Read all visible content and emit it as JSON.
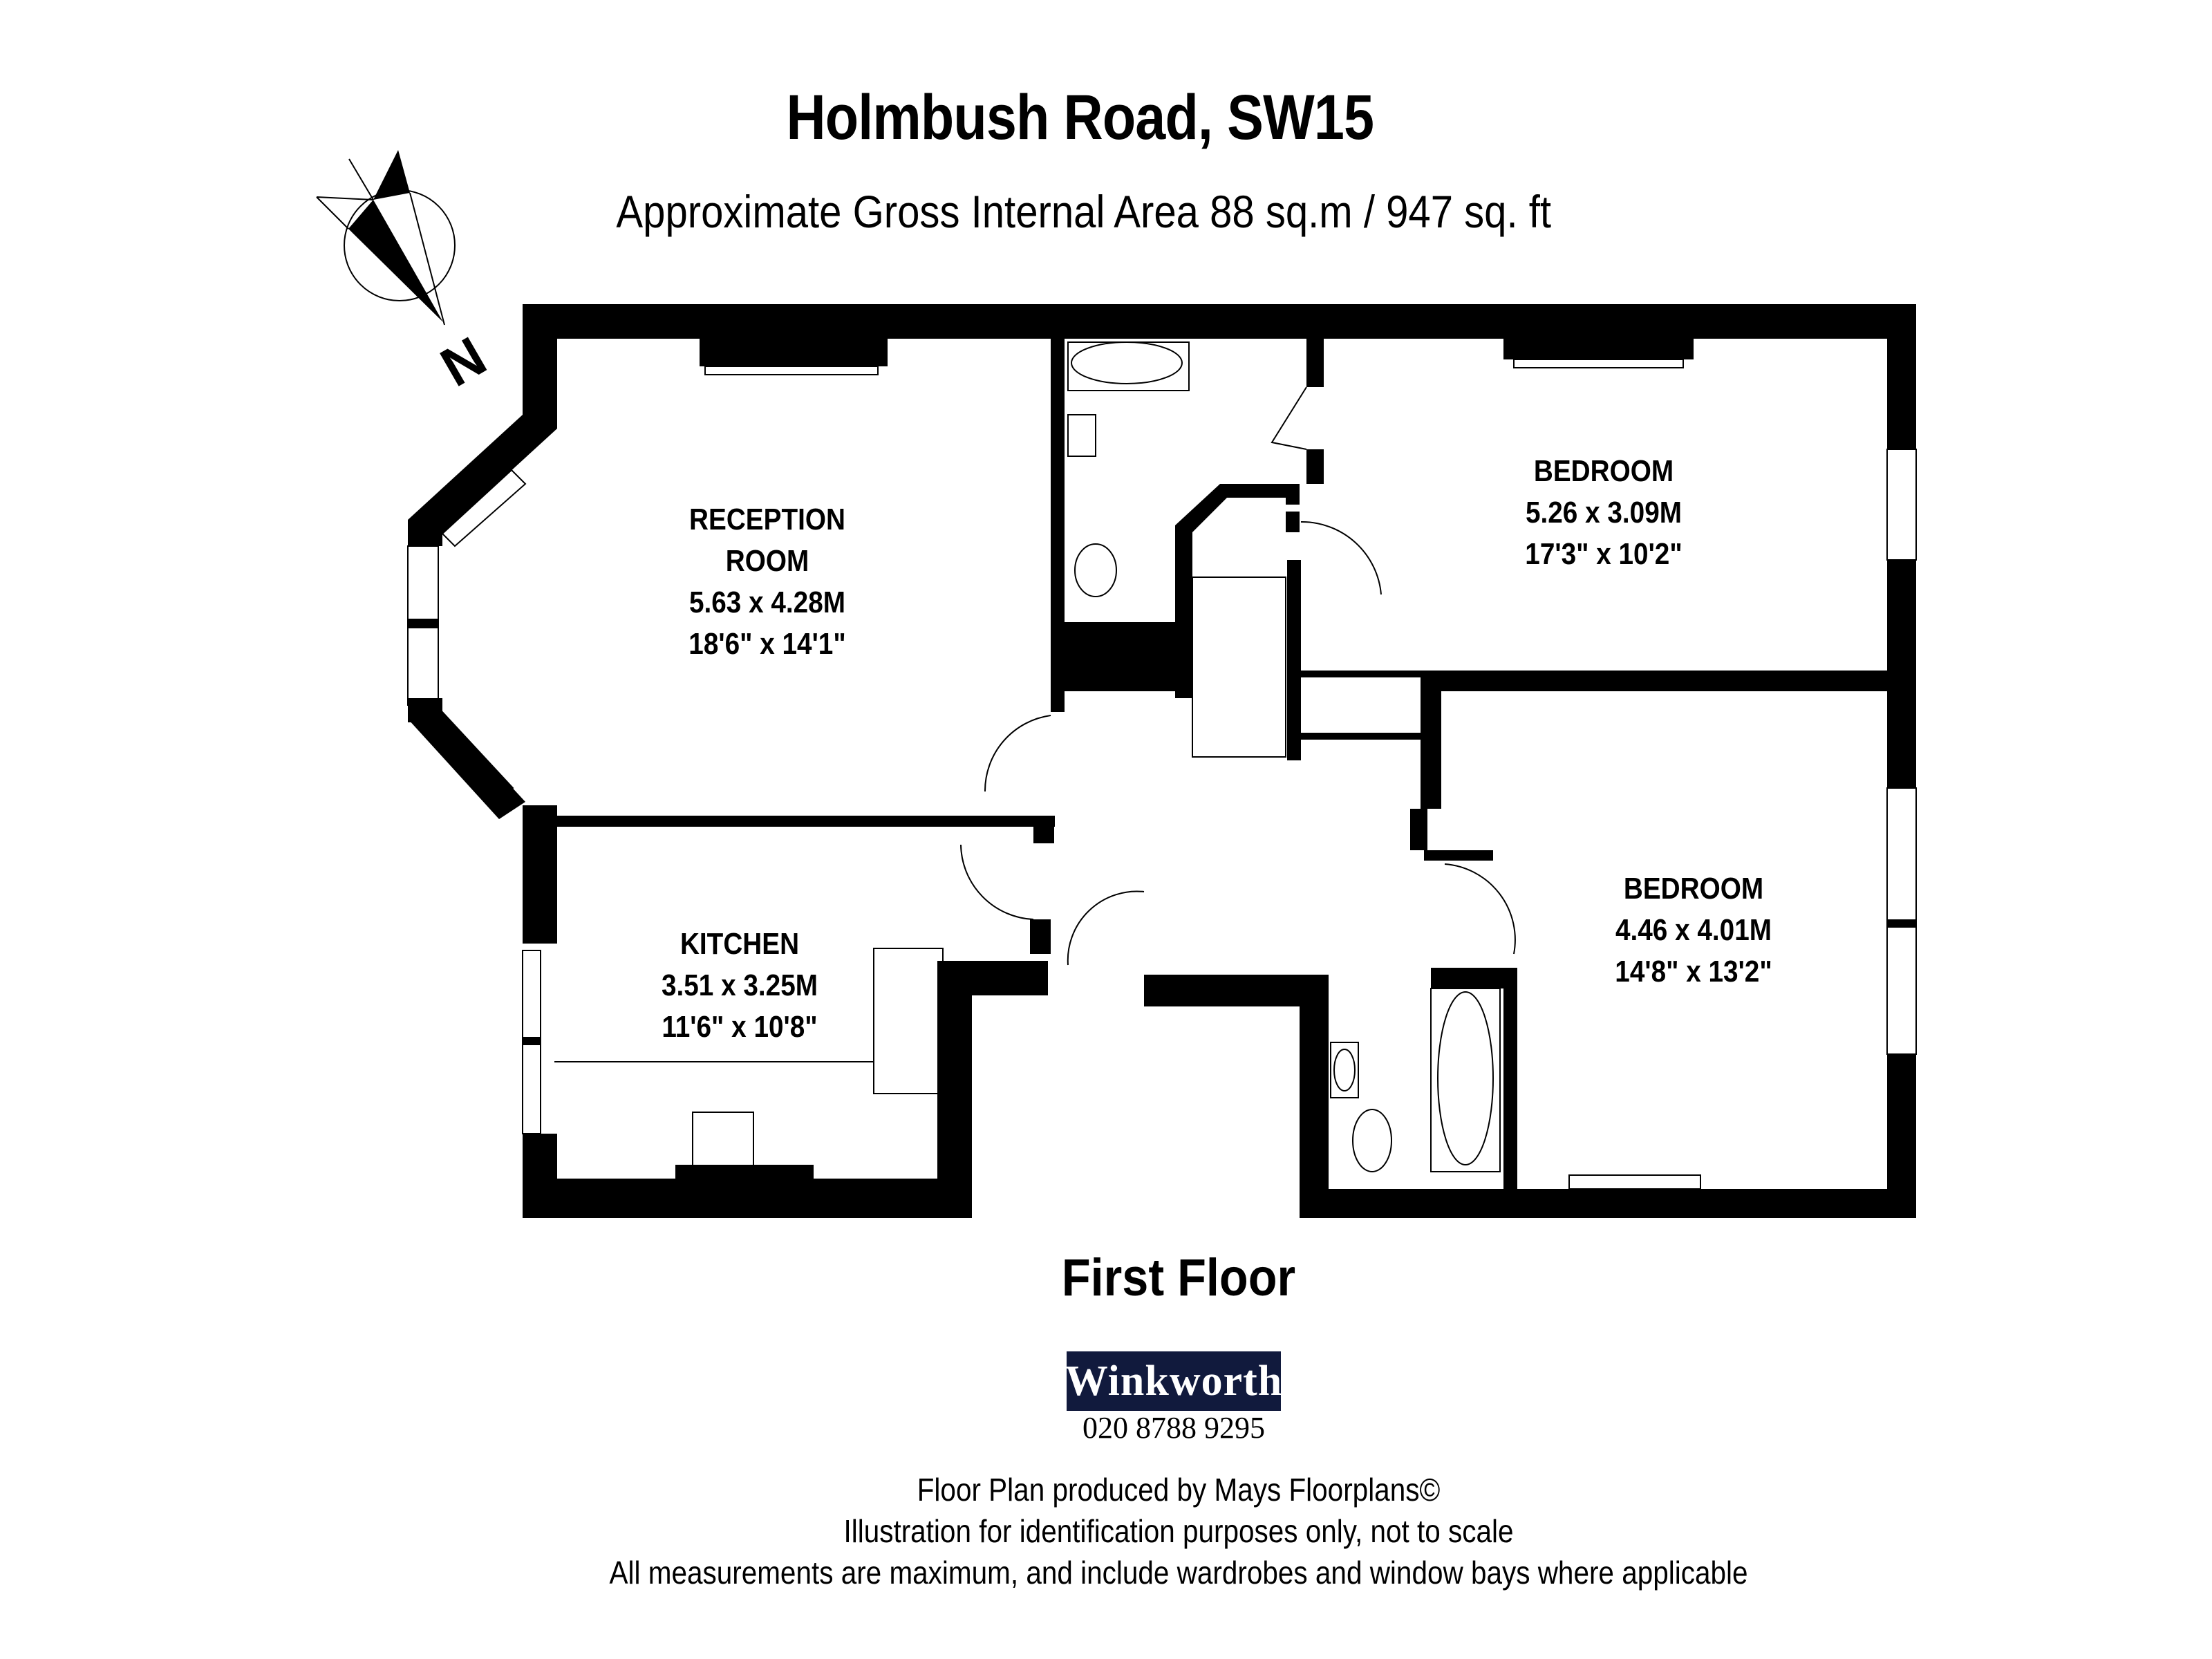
{
  "header": {
    "title": "Holmbush Road, SW15",
    "subtitle": "Approximate Gross Internal Area 88 sq.m  /  947 sq. ft"
  },
  "compass": {
    "icon": "north-arrow-icon",
    "label": "N"
  },
  "rooms": [
    {
      "id": "reception",
      "name_line1": "RECEPTION",
      "name_line2": "ROOM",
      "metric": "5.63 x 4.28M",
      "imperial": "18'6\" x 14'1\""
    },
    {
      "id": "bedroom1",
      "name_line1": "BEDROOM",
      "metric": "5.26 x 3.09M",
      "imperial": "17'3\" x 10'2\""
    },
    {
      "id": "kitchen",
      "name_line1": "KITCHEN",
      "metric": "3.51 x 3.25M",
      "imperial": "11'6\" x 10'8\""
    },
    {
      "id": "bedroom2",
      "name_line1": "BEDROOM",
      "metric": "4.46 x 4.01M",
      "imperial": "14'8\" x 13'2\""
    }
  ],
  "floor_label": "First Floor",
  "agent": {
    "name": "Winkworth",
    "phone": "020 8788 9295",
    "brand_color": "#111a3d"
  },
  "footer": {
    "line1": "Floor Plan produced by Mays Floorplans©",
    "line2": "Illustration for identification purposes only, not to scale",
    "line3": "All measurements are maximum, and include wardrobes and window bays where applicable"
  }
}
